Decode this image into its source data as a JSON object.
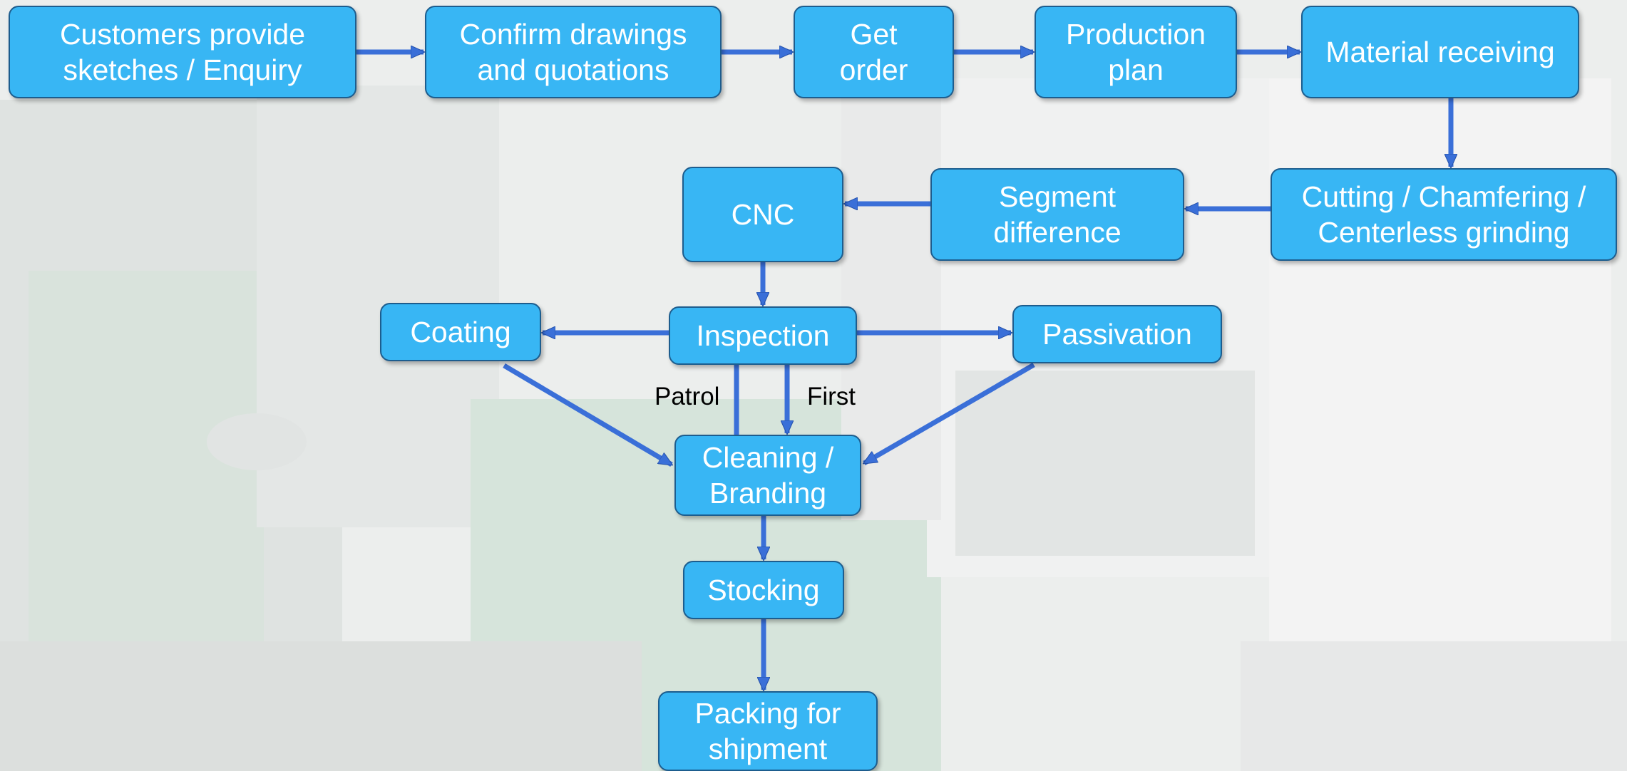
{
  "diagram": {
    "colors": {
      "node_fill": "#38b6f4",
      "node_border": "#1d5d8e",
      "node_text": "#ffffff",
      "arrow": "#3a6fd8",
      "arrow_edge": "#2450a8"
    },
    "nodes": {
      "enquiry": "Customers provide\nsketches / Enquiry",
      "confirm": "Confirm drawings\nand quotations",
      "order": "Get\norder",
      "plan": "Production\nplan",
      "material": "Material receiving",
      "cutting": "Cutting / Chamfering /\nCenterless grinding",
      "segment": "Segment\ndifference",
      "cnc": "CNC",
      "inspection": "Inspection",
      "coating": "Coating",
      "passivation": "Passivation",
      "cleaning": "Cleaning /\nBranding",
      "stocking": "Stocking",
      "packing": "Packing for\nshipment"
    },
    "edge_labels": {
      "patrol": "Patrol",
      "first": "First"
    },
    "edges": [
      [
        "enquiry",
        "confirm"
      ],
      [
        "confirm",
        "order"
      ],
      [
        "order",
        "plan"
      ],
      [
        "plan",
        "material"
      ],
      [
        "material",
        "cutting"
      ],
      [
        "cutting",
        "segment"
      ],
      [
        "segment",
        "cnc"
      ],
      [
        "cnc",
        "inspection"
      ],
      [
        "inspection",
        "coating"
      ],
      [
        "inspection",
        "passivation"
      ],
      [
        "cleaning",
        "inspection"
      ],
      [
        "inspection",
        "cleaning"
      ],
      [
        "coating",
        "cleaning"
      ],
      [
        "passivation",
        "cleaning"
      ],
      [
        "cleaning",
        "stocking"
      ],
      [
        "stocking",
        "packing"
      ]
    ]
  }
}
